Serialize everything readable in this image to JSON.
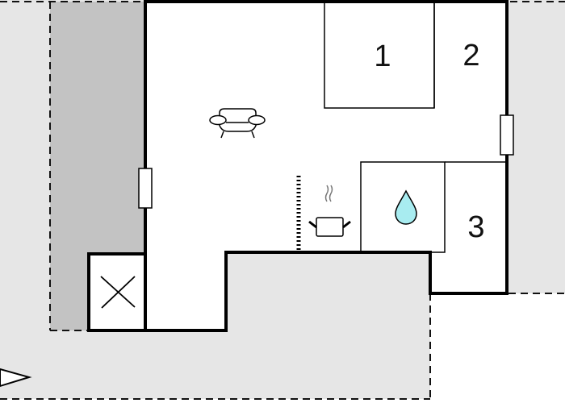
{
  "floorplan": {
    "colors": {
      "outdoor": "#e6e6e6",
      "terrace": "#c3c3c3",
      "room_fill": "#ffffff",
      "wall": "#000000",
      "water_drop": "#a8ecf0",
      "steam": "#777777"
    },
    "rooms": [
      {
        "id": "bedroom-1",
        "label": "1"
      },
      {
        "id": "bedroom-2",
        "label": "2"
      },
      {
        "id": "bedroom-3",
        "label": "3"
      }
    ],
    "icons": [
      {
        "name": "sofa-icon",
        "meaning": "living room"
      },
      {
        "name": "cooking-pot-icon",
        "meaning": "kitchen"
      },
      {
        "name": "water-drop-icon",
        "meaning": "bathroom"
      },
      {
        "name": "x-mark-icon",
        "meaning": "storage / shaft"
      },
      {
        "name": "window-icon",
        "meaning": "window"
      },
      {
        "name": "stairs-icon",
        "meaning": "stairs / counter"
      },
      {
        "name": "entrance-arrow-icon",
        "meaning": "entrance"
      }
    ]
  }
}
